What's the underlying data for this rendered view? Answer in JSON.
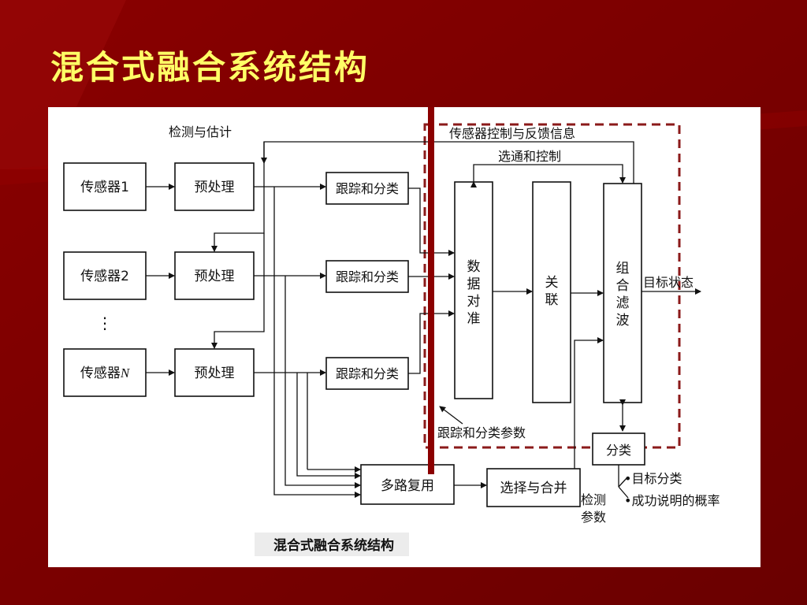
{
  "slide": {
    "title": "混合式融合系统结构"
  },
  "diagram": {
    "labels": {
      "detect_estimate": "检测与估计",
      "sensor_control_feedback": "传感器控制与反馈信息",
      "select_control": "选通和控制",
      "track_class_params": "跟踪和分类参数",
      "target_state": "目标状态",
      "detect_params_1": "检测",
      "detect_params_2": "参数",
      "target_class": "•目标分类",
      "success_prob": "•成功说明的概率",
      "caption": "混合式融合系统结构",
      "ellipsis": "⋮"
    },
    "boxes": {
      "sensor1": "传感器1",
      "sensor2": "传感器2",
      "sensorN_prefix": "传感器",
      "sensorN_suffix": "N",
      "preprocess": "预处理",
      "track_classify": "跟踪和分类",
      "data_align": [
        "数",
        "据",
        "对",
        "准"
      ],
      "association": [
        "关",
        "联"
      ],
      "combo_filter": [
        "组",
        "合",
        "滤",
        "波"
      ],
      "classify": "分类",
      "multiplex": "多路复用",
      "select_merge": "选择与合并"
    }
  }
}
